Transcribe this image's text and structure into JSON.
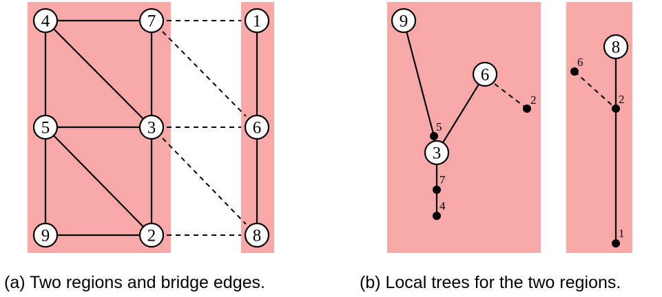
{
  "panel_a": {
    "caption": "(a) Two regions and bridge edges.",
    "nodes": [
      "4",
      "7",
      "1",
      "5",
      "3",
      "6",
      "9",
      "2",
      "8"
    ]
  },
  "panel_b": {
    "caption": "(b) Local trees for the two regions.",
    "left_tree": {
      "circle_nodes": [
        "9",
        "6",
        "3"
      ],
      "dot_labels": [
        "5",
        "2",
        "7",
        "4"
      ]
    },
    "right_tree": {
      "circle_nodes": [
        "8"
      ],
      "dot_labels": [
        "6",
        "2",
        "1"
      ]
    }
  },
  "colors": {
    "region": "#f9a8a8",
    "stroke": "#000000",
    "node_fill": "#ffffff"
  }
}
